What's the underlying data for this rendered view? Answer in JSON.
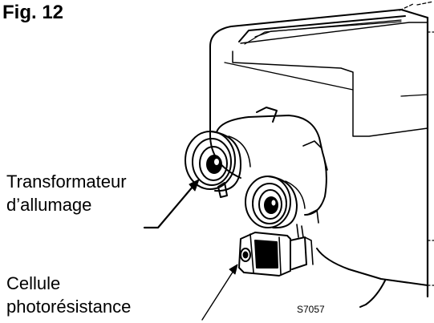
{
  "figure": {
    "title": "Fig. 12",
    "code": "S7057"
  },
  "labels": {
    "ignition_line1": "Transformateur",
    "ignition_line2": "d’allumage",
    "photo_line1": "Cellule",
    "photo_line2": "photorésistance"
  },
  "colors": {
    "ink": "#000000",
    "paper": "#ffffff"
  }
}
